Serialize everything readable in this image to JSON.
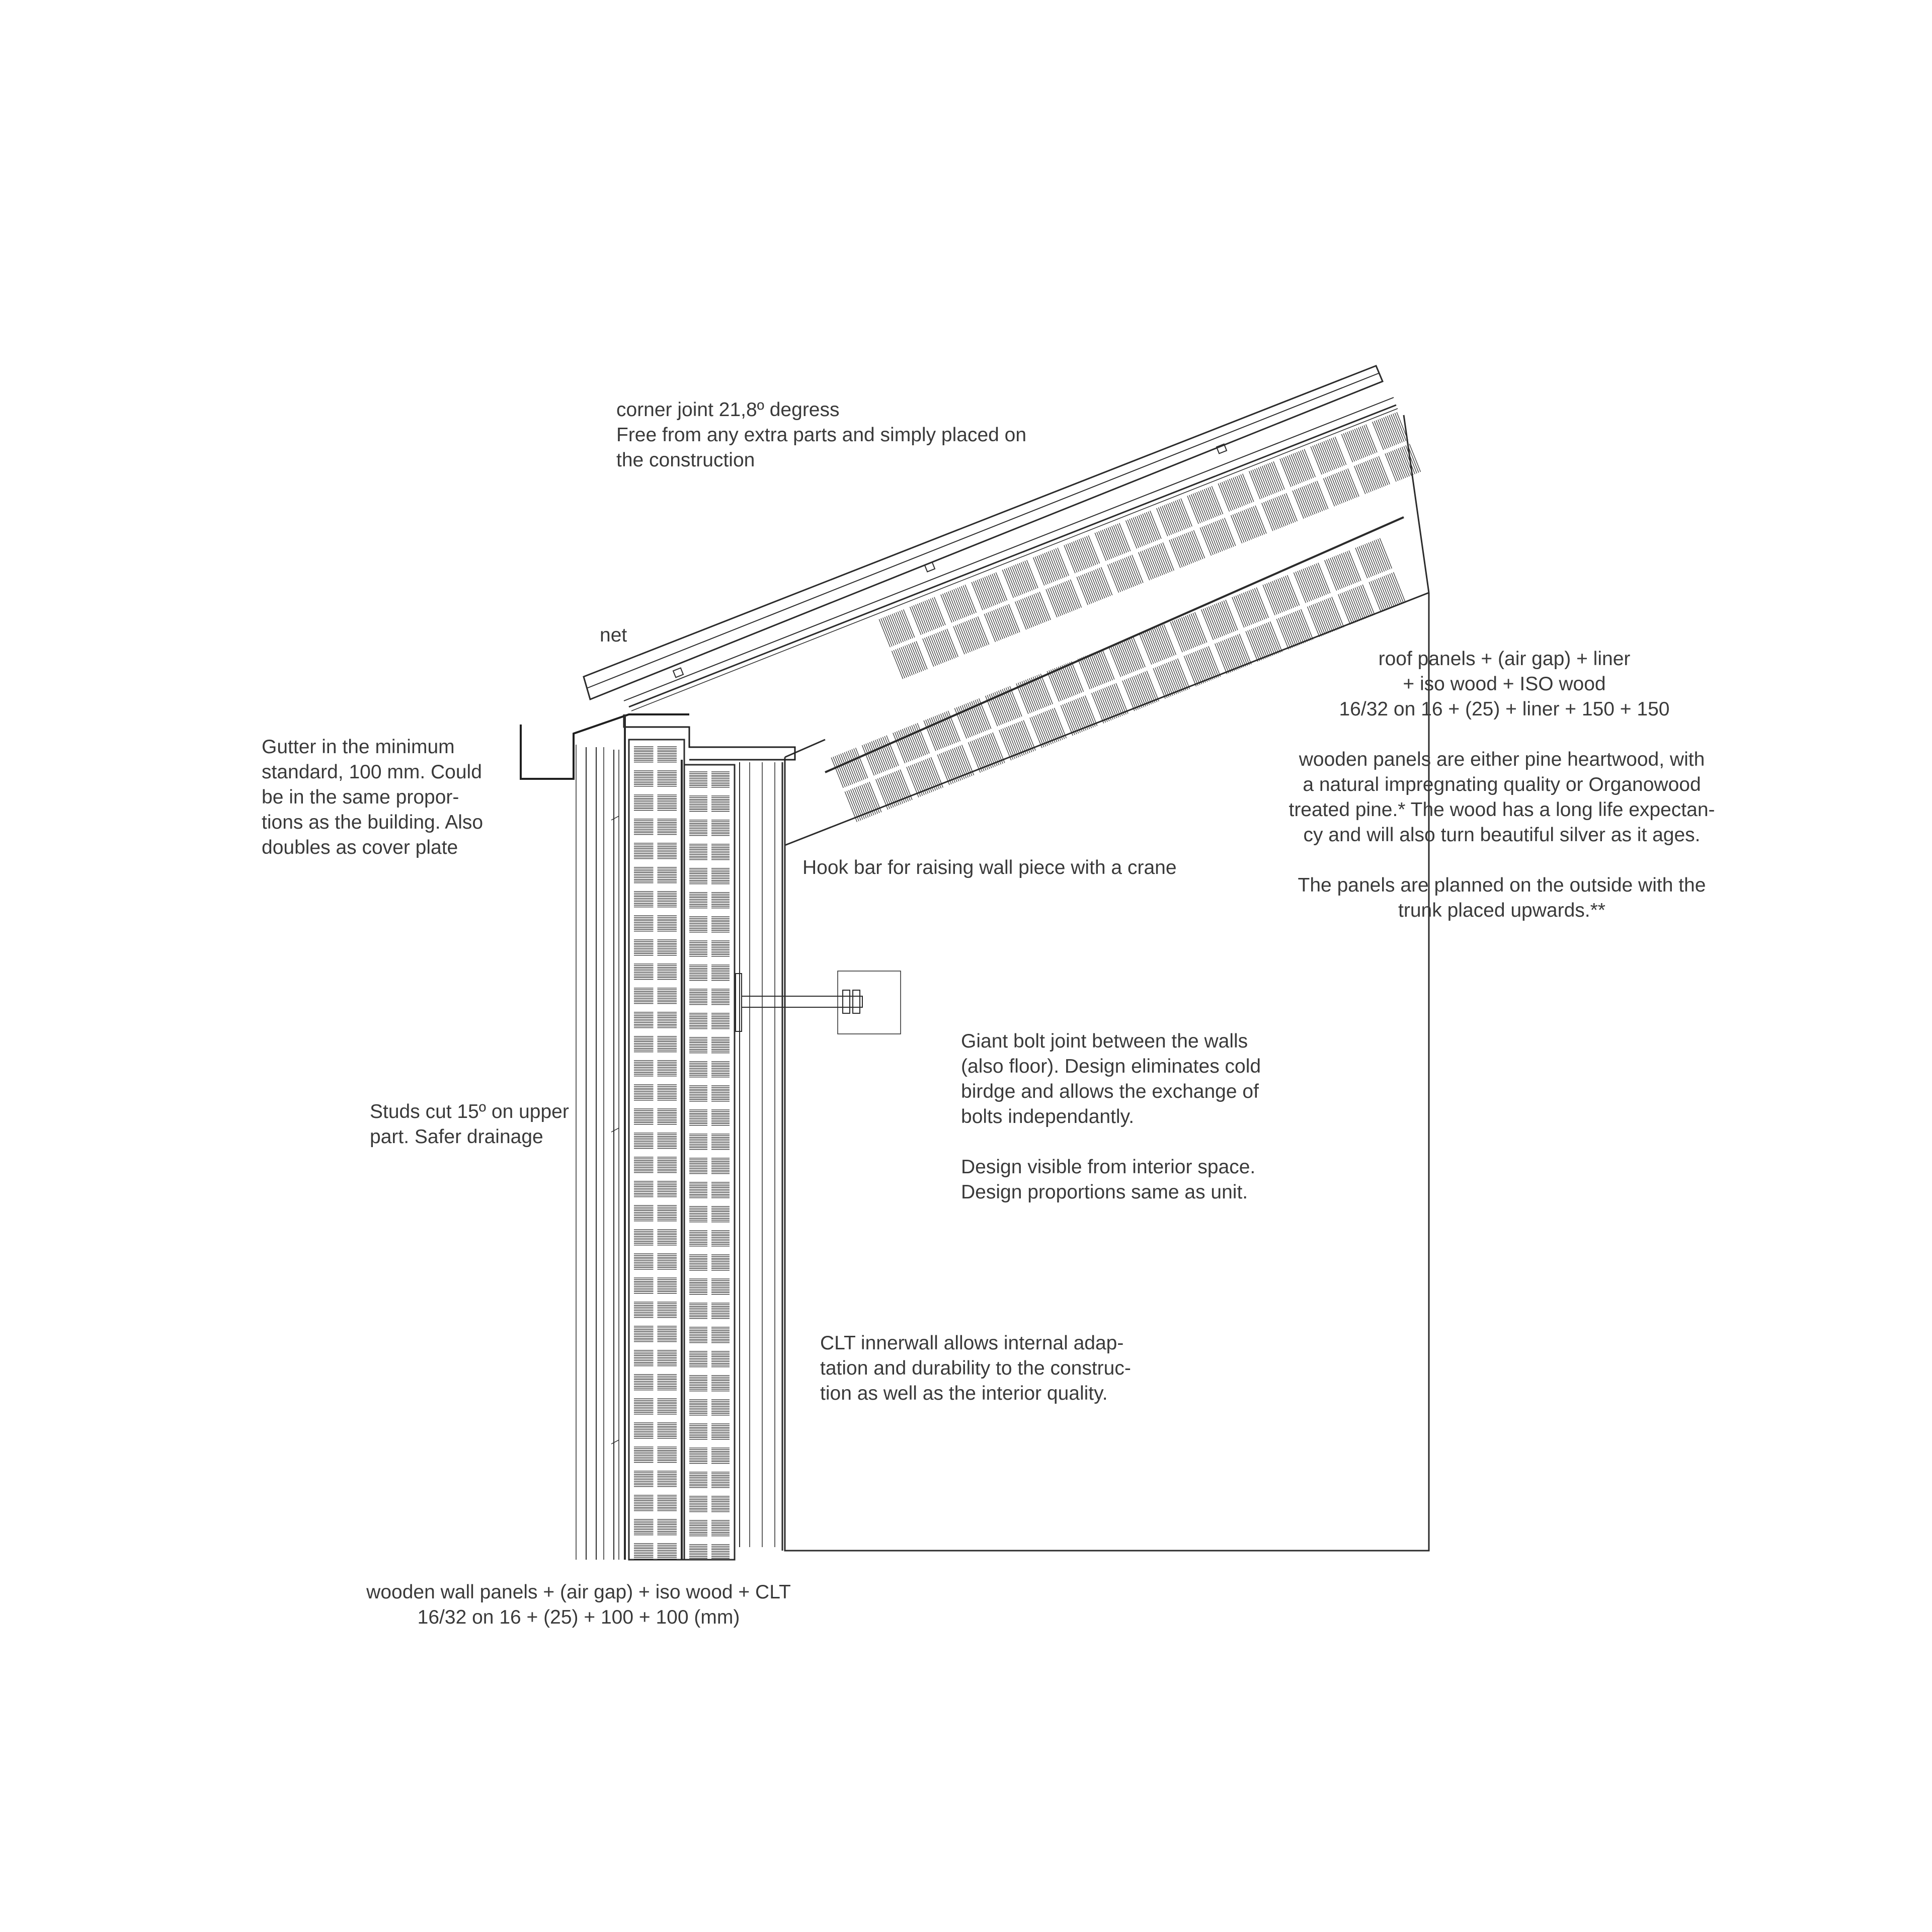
{
  "notes": {
    "corner_joint": {
      "line1": "corner joint 21,8º degress",
      "line2": "Free from any extra parts and simply placed on",
      "line3": "the construction"
    },
    "net": "net",
    "gutter": {
      "line1": "Gutter in the minimum",
      "line2": "standard, 100 mm. Could",
      "line3": "be in the same propor-",
      "line4": "tions as the building. Also",
      "line5": "doubles as cover plate"
    },
    "roof_layers": {
      "line1": "roof panels + (air gap) +  liner",
      "line2": "+ iso wood + ISO wood",
      "line3": "16/32 on 16 + (25) + liner + 150 + 150"
    },
    "wood_panels": {
      "line1": "wooden panels are either pine heartwood, with",
      "line2": "a natural impregnating quality or Organowood",
      "line3": "treated pine.* The wood has a long life expectan-",
      "line4": "cy and will also turn beautiful silver as it ages.",
      "line5": "The panels are planned on the outside with the",
      "line6": "trunk placed upwards.**"
    },
    "hook_bar": "Hook bar for raising wall piece with a crane",
    "bolt_joint": {
      "line1": "Giant bolt joint between the walls",
      "line2": "(also floor). Design eliminates cold",
      "line3": "birdge and allows the exchange of",
      "line4": "bolts independantly.",
      "line5": "Design visible from interior space.",
      "line6": "Design proportions same as unit."
    },
    "studs": {
      "line1": "Studs cut 15º on upper",
      "line2": "part. Safer drainage"
    },
    "clt": {
      "line1": "CLT innerwall allows internal adap-",
      "line2": "tation and durability to the construc-",
      "line3": "tion as well as the interior quality."
    },
    "wall_layers": {
      "line1": "wooden wall panels + (air gap) + iso wood + CLT",
      "line2": "16/32 on 16  + (25) + 100 + 100 (mm)"
    }
  },
  "colors": {
    "line": "#2b2b2b",
    "text": "#3a3a3a",
    "background": "#ffffff"
  }
}
